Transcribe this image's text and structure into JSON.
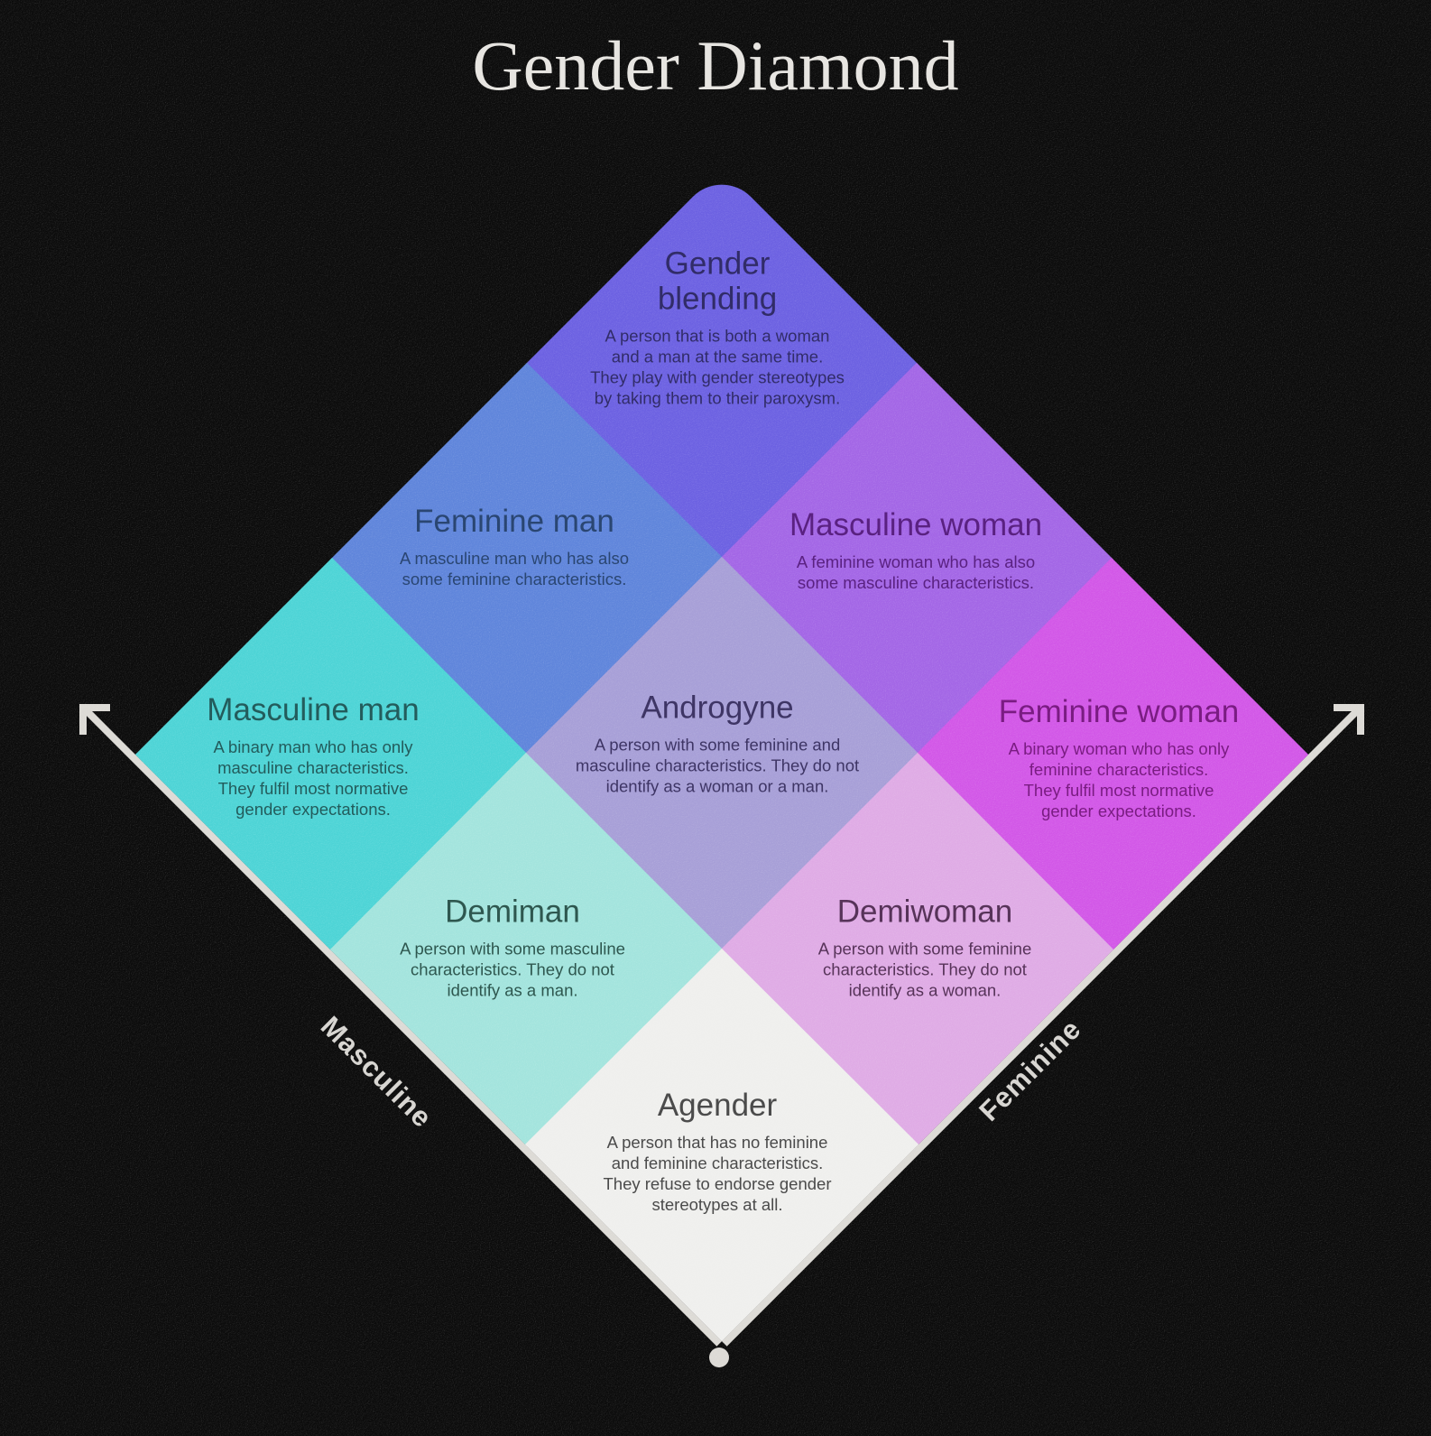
{
  "title": "Gender Diamond",
  "title_color": "#e7e5e1",
  "background_color": "#0b0b0b",
  "axes": {
    "left_label": "Masculine",
    "right_label": "Feminine",
    "axis_color": "#dcdad5",
    "label_color": "#d8d6d2",
    "left_arrow_icon": "arrow-up-left",
    "right_arrow_icon": "arrow-up-right"
  },
  "cells": [
    {
      "id": "gender-blending",
      "title": "Gender\nblending",
      "desc": "A person that is both a woman\nand a man at the same time.\nThey play with gender stereotypes\nby taking them to their paroxysm.",
      "fill": "#6c61e2",
      "text_color": "#312c68"
    },
    {
      "id": "feminine-man",
      "title": "Feminine man",
      "desc": "A masculine man who has also\nsome feminine characteristics.",
      "fill": "#5f85db",
      "text_color": "#2a4672"
    },
    {
      "id": "masculine-woman",
      "title": "Masculine woman",
      "desc": "A feminine woman who has also\nsome masculine characteristics.",
      "fill": "#a366e6",
      "text_color": "#5a2181"
    },
    {
      "id": "masculine-man",
      "title": "Masculine man",
      "desc": "A binary man who has only\nmasculine characteristics.\nThey fulfil most normative\ngender expectations.",
      "fill": "#4dd4d6",
      "text_color": "#235c5c"
    },
    {
      "id": "androgyne",
      "title": "Androgyne",
      "desc": "A person with some feminine and\nmasculine characteristics. They do not\nidentify as a woman or a man.",
      "fill": "#a79fd7",
      "text_color": "#3e3565"
    },
    {
      "id": "feminine-woman",
      "title": "Feminine woman",
      "desc": "A binary woman who has only\nfeminine characteristics.\nThey fulfil most normative\ngender expectations.",
      "fill": "#d257e7",
      "text_color": "#7a1c82"
    },
    {
      "id": "demiman",
      "title": "Demiman",
      "desc": "A person with some masculine\ncharacteristics. They do not\nidentify as a man.",
      "fill": "#a3e4dd",
      "text_color": "#2e574f"
    },
    {
      "id": "demiwoman",
      "title": "Demiwoman",
      "desc": "A person with some feminine\ncharacteristics. They do not\nidentify as a woman.",
      "fill": "#dfabe5",
      "text_color": "#573359"
    },
    {
      "id": "agender",
      "title": "Agender",
      "desc": "A person that has no feminine\nand feminine characteristics.\nThey refuse to endorse gender\nstereotypes at all.",
      "fill": "#efefed",
      "text_color": "#4b4b4b"
    }
  ]
}
